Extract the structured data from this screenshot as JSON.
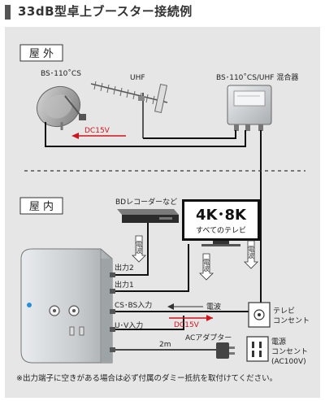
{
  "title": "33dB型卓上ブースター接続例",
  "sections": {
    "outdoor": "屋 外",
    "indoor": "屋 内"
  },
  "antennas": {
    "bs_cs": "BS･110˚CS",
    "uhf": "UHF",
    "mixer": "BS･110˚CS/UHF 混合器"
  },
  "dc_outdoor": "DC15V",
  "devices": {
    "bd_recorder": "BDレコーダーなど",
    "tv_logo": "4K･8K",
    "tv_caption": "すべてのテレビ"
  },
  "ports": {
    "out2": "出力2",
    "out1": "出力1",
    "cs_bs_in": "CS･BS入力",
    "uv_in": "U･V入力"
  },
  "signals": {
    "wave_to_bd": "電波",
    "wave_to_tv": "電波",
    "wave_down": "電波",
    "wave_left": "電波",
    "dc_indoor": "DC15V"
  },
  "tv_outlet": {
    "line1": "テレビ",
    "line2": "コンセント"
  },
  "adapter": {
    "label": "ACアダプター",
    "cable": "2m"
  },
  "power_outlet": {
    "line1": "電源",
    "line2": "コンセント",
    "line3": "(AC100V)"
  },
  "note": "※出力端子に空きがある場合は必ず付属のダミー抵抗を取付けてください。",
  "colors": {
    "cable": "#111111",
    "dc_arrow": "#d0141e",
    "panel": "#e6e6e6"
  }
}
